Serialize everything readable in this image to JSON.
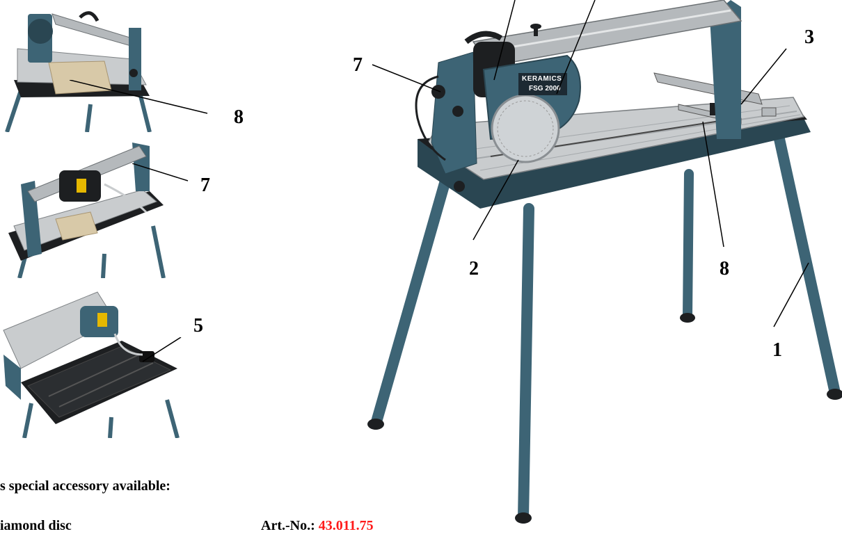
{
  "callouts": {
    "thumb1_8": "8",
    "thumb2_7": "7",
    "thumb3_5": "5",
    "main_7": "7",
    "main_3": "3",
    "main_2": "2",
    "main_8": "8",
    "main_1": "1"
  },
  "brand": {
    "logo_text": "KERAMICS",
    "model_text": "FSG 2000"
  },
  "accessory": {
    "heading": "s special accessory available:",
    "item_label": "iamond disc",
    "art_label": "Art.-No.:",
    "art_number": "43.011.75"
  },
  "colors": {
    "frame_blue": "#3d6475",
    "frame_dark": "#2a4652",
    "aluminium": "#c9ccce",
    "tray_black": "#1d1f21",
    "art_red": "#ff1a1a"
  }
}
